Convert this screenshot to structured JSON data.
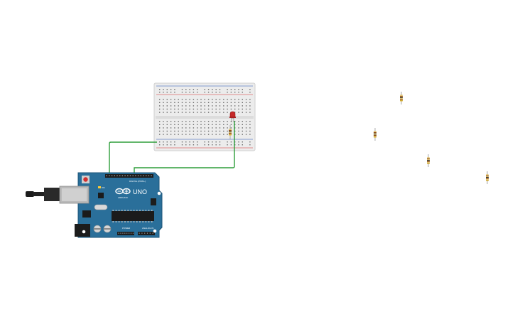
{
  "workspace": {
    "background": "#ffffff",
    "wire_color": "#2e9e3a"
  },
  "arduino": {
    "brand_text": "UNO",
    "maker_text": "ARDUINO",
    "on_label": "ON",
    "digital_label": "DIGITAL (PWM~)",
    "power_label": "POWER",
    "analog_label": "ANALOG IN",
    "board_color": "#2a6f9a",
    "icon": "arduino-uno-board"
  },
  "breadboard": {
    "color": "#e8e8e8",
    "rail_red": "#d32f2f",
    "rail_blue": "#1f4fb5"
  },
  "led": {
    "color": "#c62828",
    "icon": "red-led"
  },
  "resistors": {
    "count_on_board": 1,
    "free_count": 4,
    "body_color": "#e0c57a",
    "icon": "resistor"
  }
}
